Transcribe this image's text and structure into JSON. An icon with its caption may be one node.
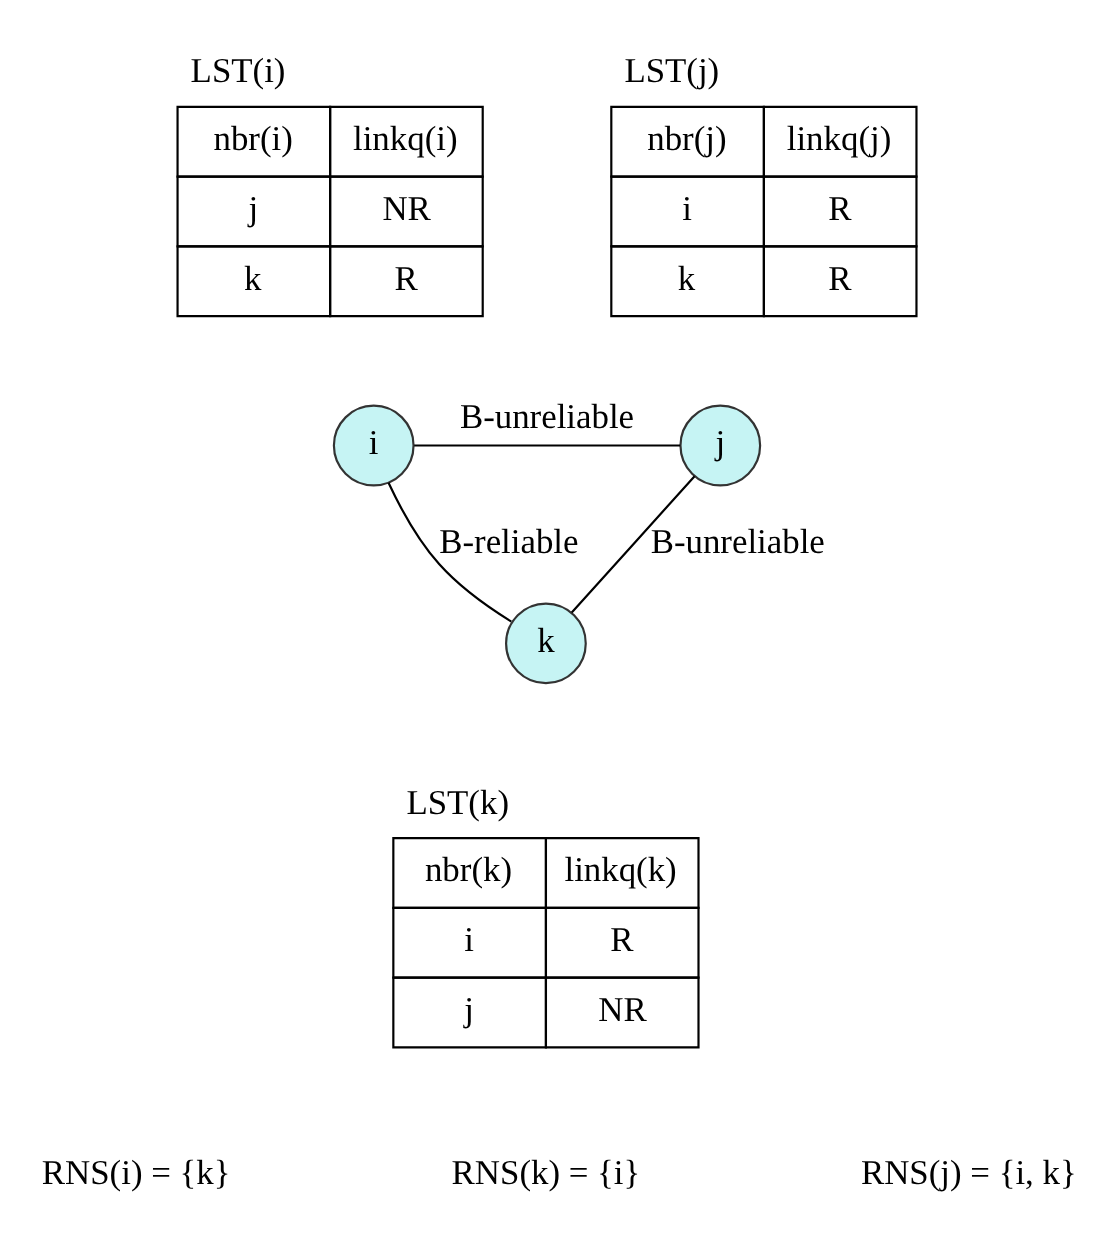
{
  "diagram": {
    "nodes": [
      {
        "text": [
          "LST(i)",
          "nbr(i)",
          "linkq(i)",
          "j",
          "NR",
          "k",
          "R"
        ]
      },
      {
        "text": [
          "LST(j)",
          "nbr(j)",
          "linkq(j)",
          "i",
          "R",
          "k",
          "R"
        ]
      },
      {
        "text": [
          "i"
        ]
      },
      {
        "text": [
          "j"
        ]
      },
      {
        "text": [
          "k"
        ]
      },
      {
        "text": [
          "LST(k)",
          "nbr(k)",
          "linkq(k)",
          "i",
          "R",
          "j",
          "NR"
        ]
      }
    ],
    "edges": [
      {
        "from": 2,
        "to": 3,
        "arrow": "none",
        "label": "B-unreliable"
      },
      {
        "from": 2,
        "to": 4,
        "arrow": "none",
        "label": "B-reliable"
      },
      {
        "from": 3,
        "to": 4,
        "arrow": "none",
        "label": "B-unreliable"
      }
    ],
    "labels": [
      "RNS(i) = {k}",
      "RNS(k) = {i}",
      "RNS(j) = {i, k}"
    ]
  }
}
